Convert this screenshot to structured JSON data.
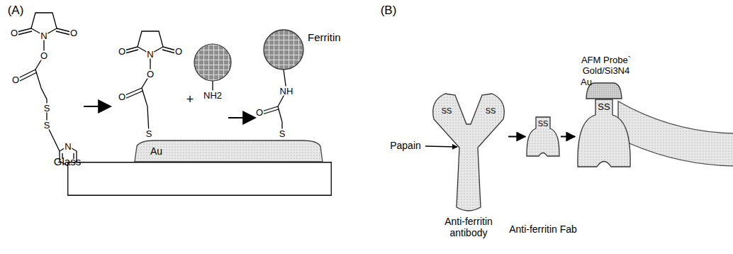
{
  "diagram": {
    "nodes": [
      {
        "text": [
          "Ferritin"
        ]
      },
      {
        "text": [
          "Au"
        ]
      },
      {
        "text": [
          "Glass"
        ]
      },
      {
        "text": [
          "AFM Probe` Gold/Si3N4"
        ]
      },
      {
        "text": [
          "Au"
        ],
        "in": 3
      },
      {
        "text": [
          "SS",
          "SS",
          "Anti-ferritin antibody"
        ]
      },
      {
        "text": [
          "SS",
          "Anti-ferritin Fab"
        ]
      },
      {
        "text": [
          "SS"
        ]
      }
    ],
    "edges": [
      {
        "from": 5,
        "to": 6,
        "arrow": "to"
      },
      {
        "from": 6,
        "to": 7,
        "arrow": "to"
      }
    ],
    "labels": [
      "(A)",
      "(B)",
      "O",
      "N",
      "O",
      "O",
      "O",
      "S",
      "S",
      "N",
      "O",
      "N",
      "O",
      "O",
      "O",
      "S",
      "+",
      "NH2",
      "NH",
      "O",
      "S",
      "Papain"
    ]
  }
}
